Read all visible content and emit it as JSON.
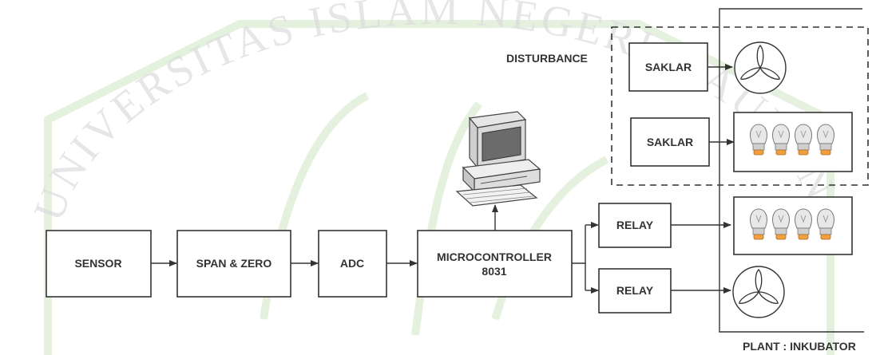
{
  "diagram": {
    "blocks": {
      "sensor": "SENSOR",
      "span_zero": "SPAN & ZERO",
      "adc": "ADC",
      "micro_line1": "MICROCONTROLLER",
      "micro_line2": "8031",
      "relay_top": "RELAY",
      "relay_bottom": "RELAY",
      "saklar_top": "SAKLAR",
      "saklar_bottom": "SAKLAR"
    },
    "labels": {
      "disturbance": "DISTURBANCE",
      "plant": "PLANT : INKUBATOR"
    },
    "watermark": {
      "arc_text": "UNIVERSITAS ISLAM NEGERI MAULANA MALIK IBRAHIM"
    }
  },
  "colors": {
    "ink": "#333333",
    "bulb_glass": "#e8e8e8",
    "bulb_base": "#f0a040",
    "watermark": "#cfe6c4",
    "monitor_screen": "#6b6b6b"
  },
  "icons": [
    "computer-icon",
    "fan-icon",
    "light-bulb-icon"
  ]
}
